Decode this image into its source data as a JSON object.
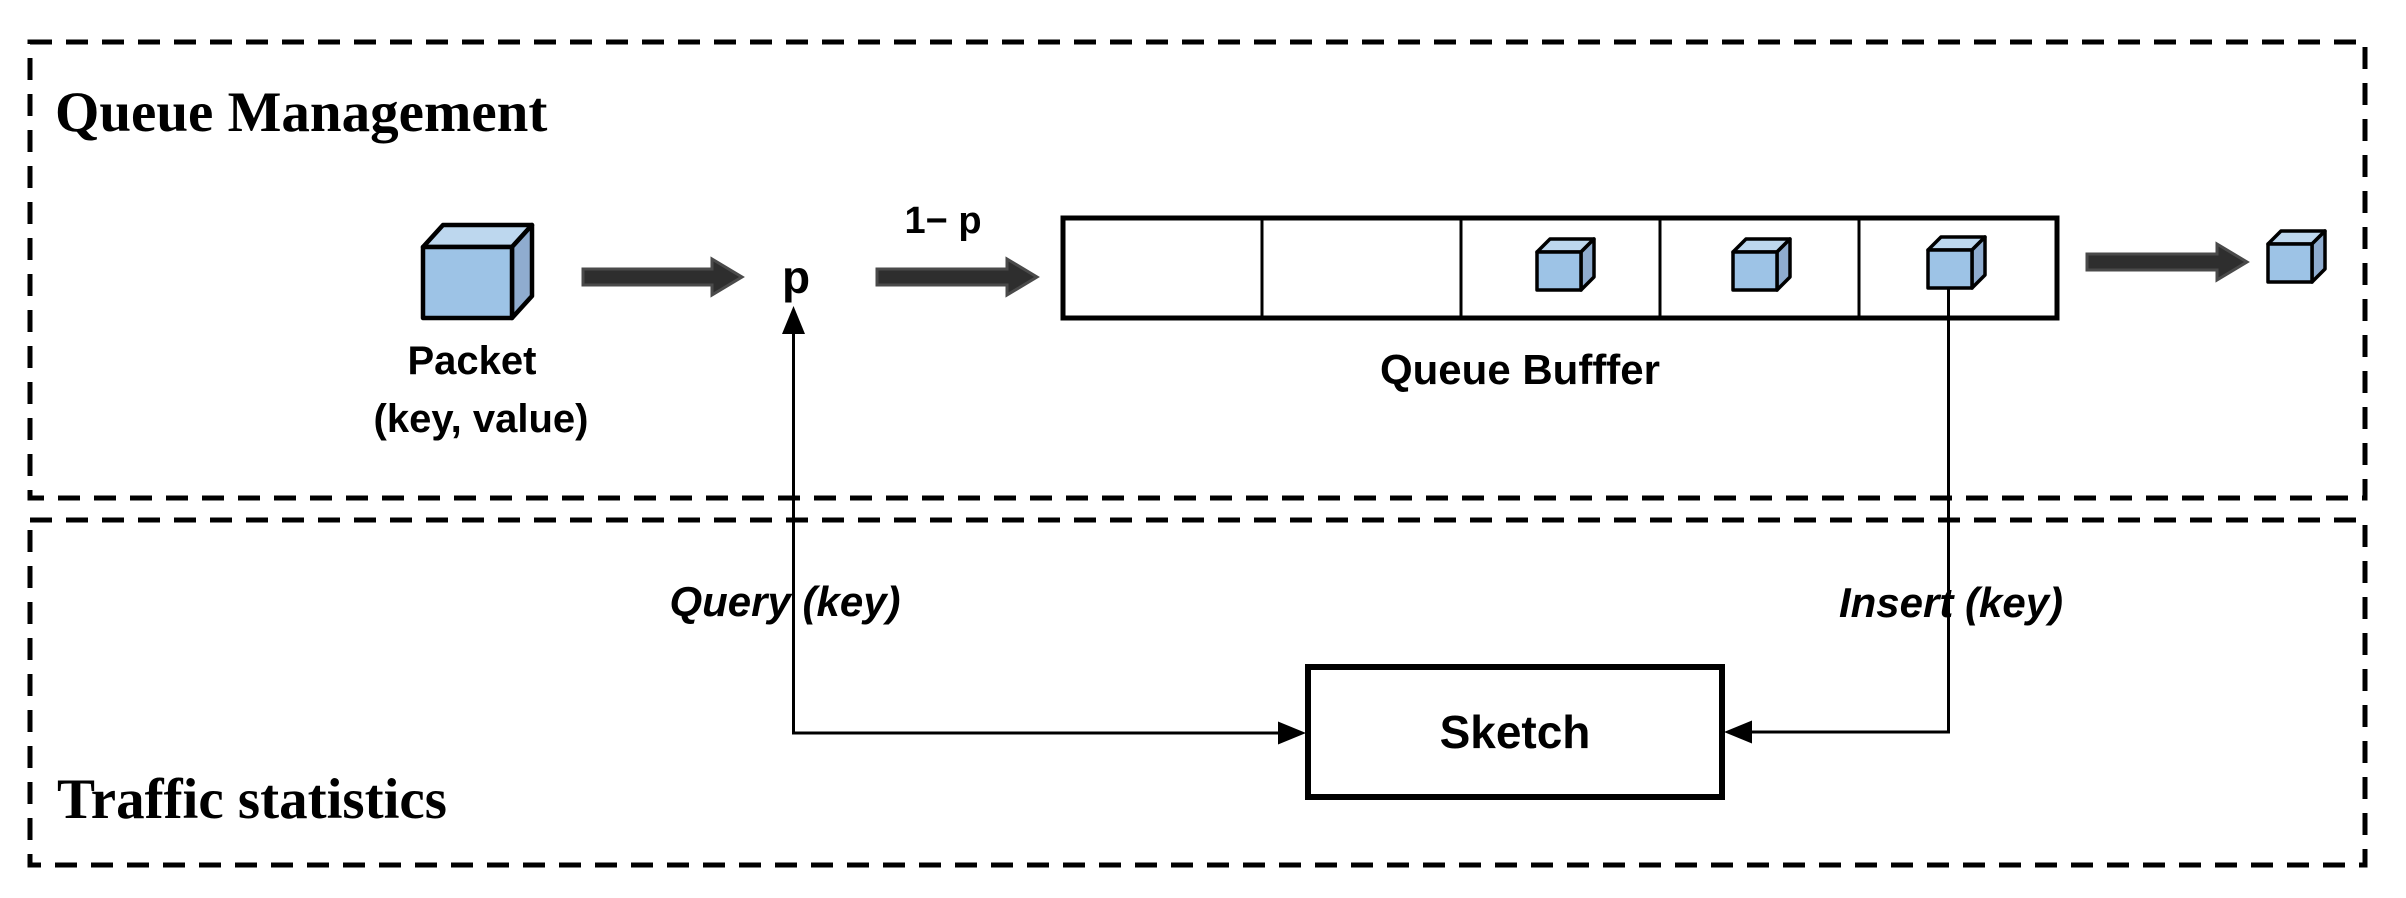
{
  "queue_management": {
    "title": "Queue Management",
    "packet": {
      "label": "Packet",
      "sublabel": "(key, value)"
    },
    "probabilities": {
      "p_label": "p",
      "one_minus_p_label": "1− p"
    },
    "queue_buffer": {
      "label": "Queue Bufffer",
      "cell_count": 5,
      "occupied_cells": [
        3,
        4,
        5
      ]
    }
  },
  "traffic_statistics": {
    "title": "Traffic statistics",
    "sketch": {
      "label": "Sketch"
    },
    "operations": {
      "query_label": "Query (key)",
      "insert_label": "Insert (key)"
    }
  },
  "colors": {
    "background": "#FFFFFF",
    "line": "#000000",
    "cube_front": "#9DC3E6",
    "cube_top": "#BDD7EE",
    "cube_side": "#8FACCF",
    "thick_arrow_fill": "#2E2E2E",
    "thick_arrow_edge": "#4A4A4A"
  }
}
